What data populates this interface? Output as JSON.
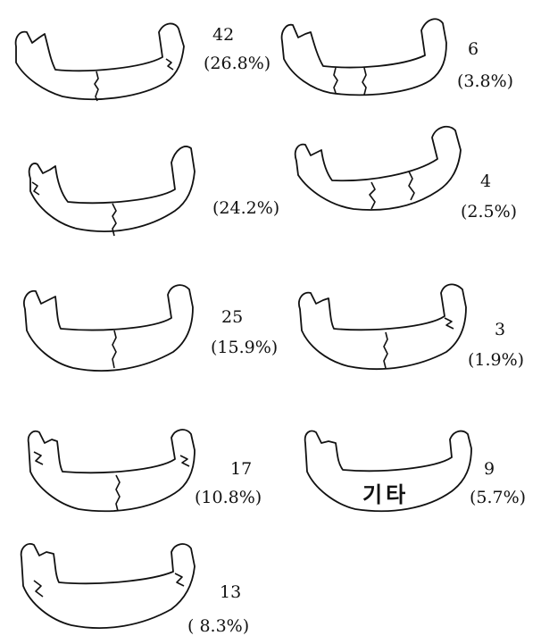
{
  "panels": [
    {
      "count": "42",
      "percent": "(26.8%)",
      "fractures": [
        "body-midline",
        "angle-right"
      ]
    },
    {
      "count": "6",
      "percent": "(3.8%)",
      "fractures": [
        "body-paramedian-left",
        "body-paramedian-right"
      ]
    },
    {
      "count": "",
      "percent": "(24.2%)",
      "fractures": [
        "body-midline",
        "angle-left"
      ]
    },
    {
      "count": "4",
      "percent": "(2.5%)",
      "fractures": [
        "body-paramedian-left",
        "body-paramedian-right"
      ]
    },
    {
      "count": "25",
      "percent": "(15.9%)",
      "fractures": [
        "body-midline"
      ]
    },
    {
      "count": "3",
      "percent": "(1.9%)",
      "fractures": [
        "body-midline",
        "angle-right"
      ]
    },
    {
      "count": "17",
      "percent": "(10.8%)",
      "fractures": [
        "body-midline",
        "angle-left",
        "angle-right"
      ]
    },
    {
      "count": "9",
      "percent": "(5.7%)",
      "label": "기타",
      "fractures": []
    },
    {
      "count": "13",
      "percent": "( 8.3%)",
      "fractures": [
        "angle-left",
        "angle-right"
      ]
    }
  ]
}
